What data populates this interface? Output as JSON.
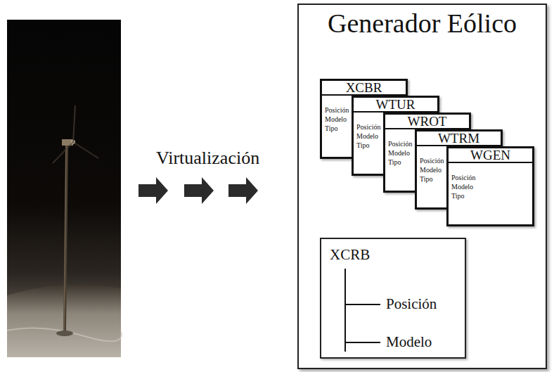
{
  "diagram": {
    "nodes": [
      {
        "text": [
          "Generador Eólico"
        ]
      },
      {
        "text": [
          "XCBR",
          "Posición Modelo Tipo"
        ],
        "in": 0
      },
      {
        "text": [
          "WTUR",
          "Posición Modelo Tipo"
        ],
        "in": 0
      },
      {
        "text": [
          "WROT",
          "Posición Modelo Tipo"
        ],
        "in": 0
      },
      {
        "text": [
          "WTRM",
          "Posición Modelo Tipo"
        ],
        "in": 0
      },
      {
        "text": [
          "WGEN",
          "Posición Modelo Tipo"
        ],
        "in": 0
      },
      {
        "text": [
          "XCRB",
          "Posición",
          "Modelo"
        ],
        "in": 0
      }
    ],
    "labels": [
      "Virtualización"
    ]
  }
}
